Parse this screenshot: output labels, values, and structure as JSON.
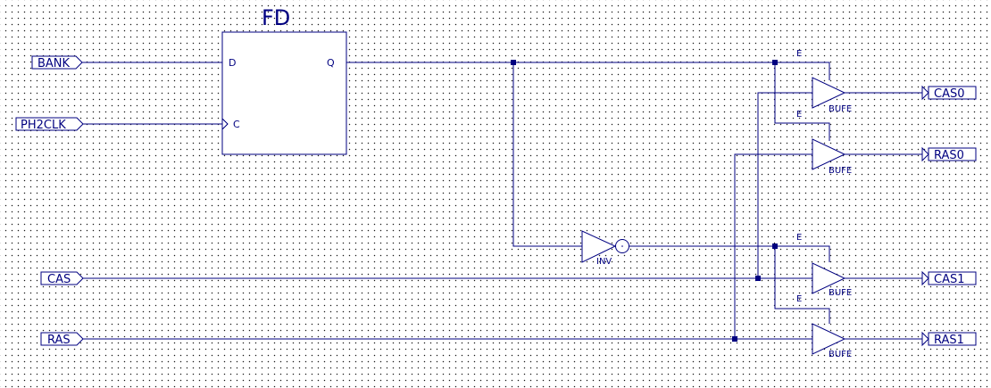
{
  "flipflop": {
    "title": "FD",
    "pin_d": "D",
    "pin_c": "C",
    "pin_q": "Q"
  },
  "inputs": {
    "bank": "BANK",
    "ph2clk": "PH2CLK",
    "cas": "CAS",
    "ras": "RAS"
  },
  "outputs": {
    "cas0": "CAS0",
    "ras0": "RAS0",
    "cas1": "CAS1",
    "ras1": "RAS1"
  },
  "gates": {
    "inverter": "INV",
    "bufe": "BUFE",
    "enable": "E"
  },
  "colors": {
    "wire": "#000080",
    "background": "#ffffff",
    "grid_dot": "#1a1a1a"
  }
}
